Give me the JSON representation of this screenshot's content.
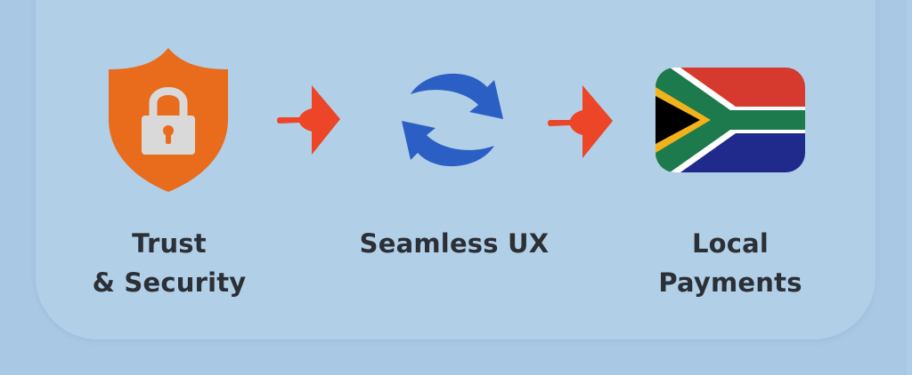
{
  "steps": [
    {
      "label_line1": "Trust",
      "label_line2": "& Security",
      "icon": "shield-lock-icon",
      "color": "#e96c1c"
    },
    {
      "label_line1": "Seamless UX",
      "icon": "sync-arrows-icon",
      "color": "#2c5fc4"
    },
    {
      "label_line1": "Local",
      "label_line2": "Payments",
      "icon": "south-africa-flag-icon"
    }
  ],
  "connectors": [
    {
      "icon": "arrow-right-icon",
      "color": "#ec4528"
    },
    {
      "icon": "arrow-right-icon",
      "color": "#ec4528"
    }
  ],
  "colors": {
    "background": "#a9c8e4",
    "card": "#b2cfe8",
    "text": "#2b2f36"
  }
}
